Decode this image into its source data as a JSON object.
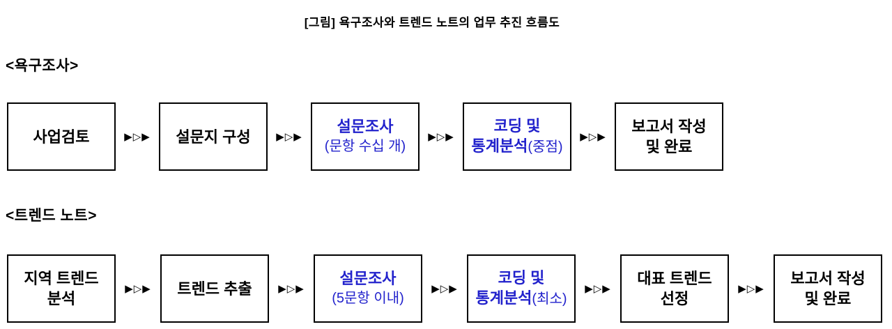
{
  "title": "[그림] 욕구조사와 트렌드 노트의 업무 추진 흐름도",
  "arrow": "▶▷▶",
  "colors": {
    "accent_blue": "#2222CC",
    "text_black": "#000000",
    "box_border": "#000000",
    "background": "#FFFFFF"
  },
  "sections": [
    {
      "label": "<욕구조사>",
      "boxes": [
        {
          "l1": "사업검토"
        },
        {
          "l1": "설문지 구성"
        },
        {
          "l1": "설문조사",
          "l2": "(문항 수십 개)"
        },
        {
          "l1": "코딩 및",
          "l2": "통계분석",
          "l2b": "(중점)"
        },
        {
          "l1": "보고서 작성",
          "l2": "및 완료"
        }
      ]
    },
    {
      "label": "<트렌드 노트>",
      "boxes": [
        {
          "l1": "지역 트렌드",
          "l2": "분석"
        },
        {
          "l1": "트렌드 추출"
        },
        {
          "l1": "설문조사",
          "l2": "(5문항 이내)"
        },
        {
          "l1": "코딩 및",
          "l2": "통계분석",
          "l2b": "(최소)"
        },
        {
          "l1": "대표 트렌드",
          "l2": "선정"
        },
        {
          "l1": "보고서 작성",
          "l2": "및 완료"
        }
      ]
    }
  ]
}
